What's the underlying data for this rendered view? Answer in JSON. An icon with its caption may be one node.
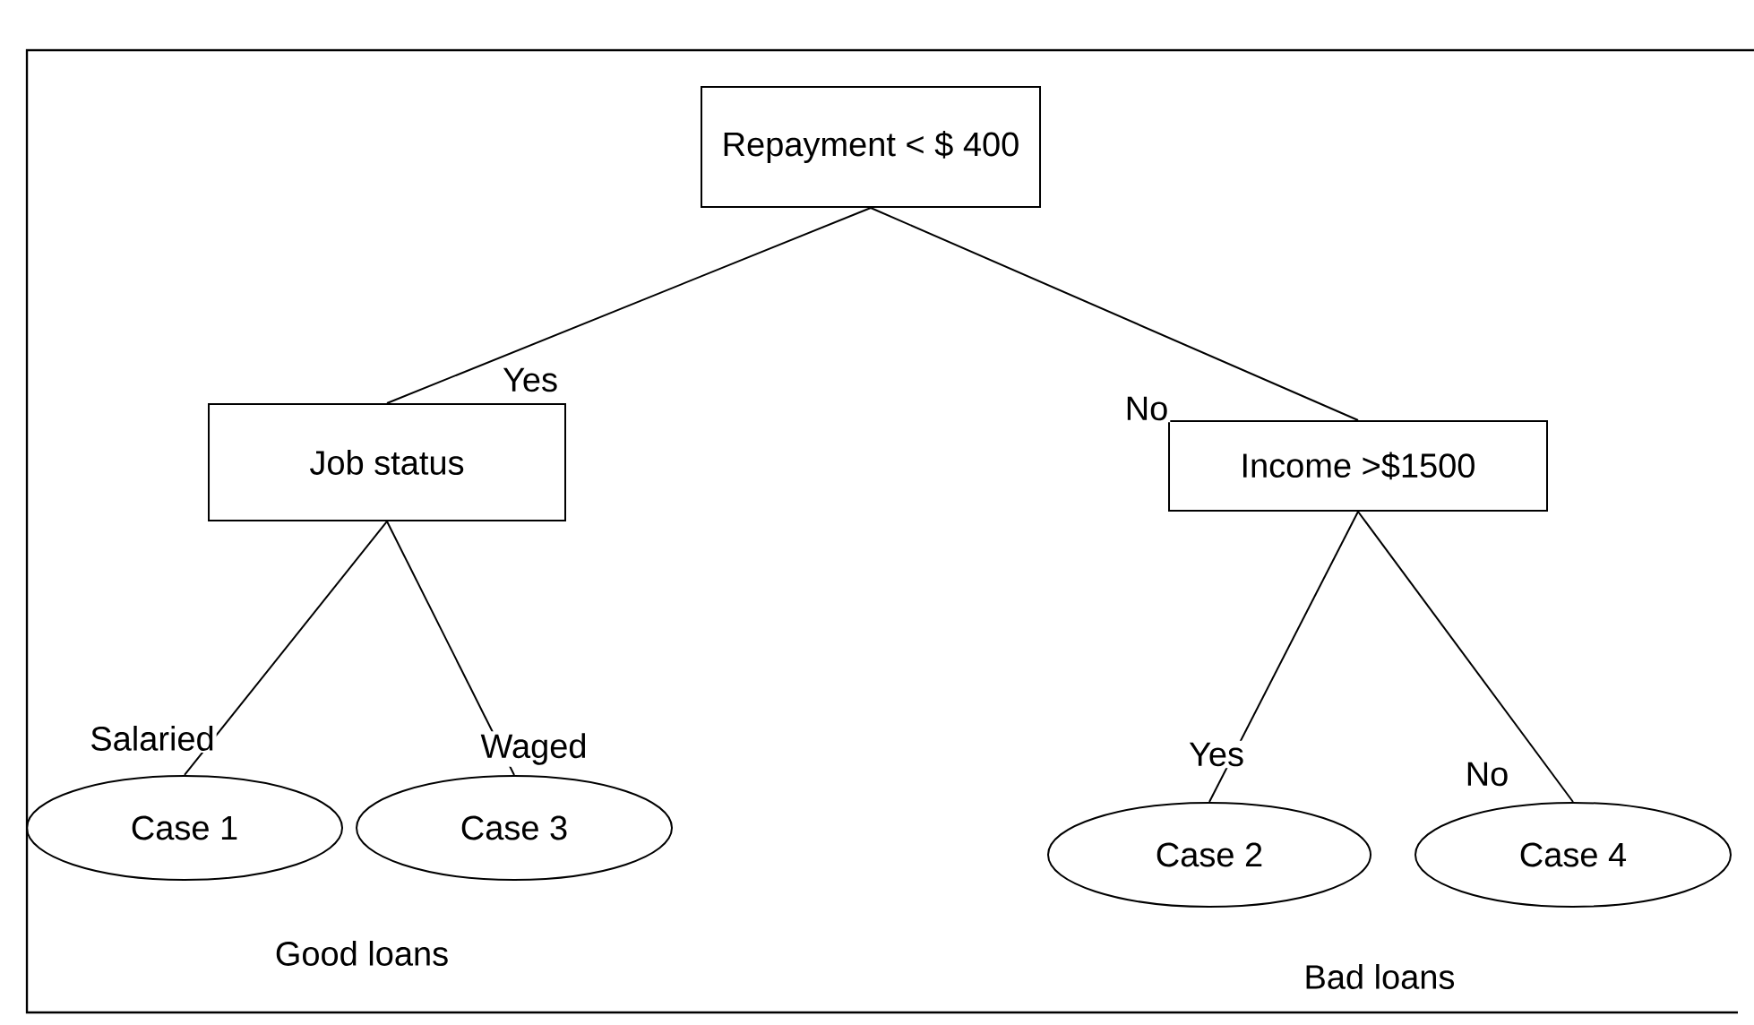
{
  "diagram": {
    "nodes": [
      {
        "text": [
          "Repayment < $ 400"
        ]
      },
      {
        "text": [
          "Job status"
        ]
      },
      {
        "text": [
          "Income >$1500"
        ]
      },
      {
        "text": [
          "Case 1"
        ]
      },
      {
        "text": [
          "Case 3"
        ]
      },
      {
        "text": [
          "Case 2"
        ]
      },
      {
        "text": [
          "Case 4"
        ]
      }
    ],
    "edges": [
      {
        "from": 0,
        "to": 1,
        "arrow": "none",
        "label": "Yes"
      },
      {
        "from": 0,
        "to": 2,
        "arrow": "none",
        "label": "No"
      },
      {
        "from": 1,
        "to": 3,
        "arrow": "none",
        "label": "Salaried"
      },
      {
        "from": 1,
        "to": 4,
        "arrow": "none",
        "label": "Waged"
      },
      {
        "from": 2,
        "to": 5,
        "arrow": "none",
        "label": "Yes"
      },
      {
        "from": 2,
        "to": 6,
        "arrow": "none",
        "label": "No"
      }
    ],
    "labels": [
      "Good loans",
      "Bad loans"
    ]
  }
}
